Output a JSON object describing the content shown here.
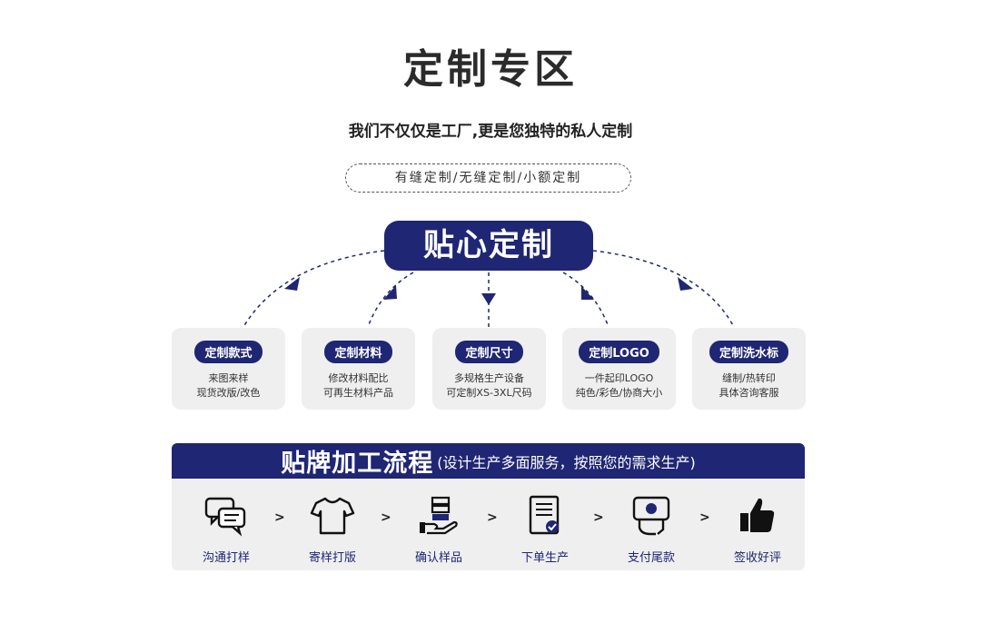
{
  "title": "定制专区",
  "subtitle": "我们不仅仅是工厂,更是您独特的私人定制",
  "pill_text": "有缝定制/无缝定制/小额定制",
  "hero_label": "贴心定制",
  "cards": [
    {
      "badge": "定制款式",
      "line1": "来图来样",
      "line2": "现货改版/改色"
    },
    {
      "badge": "定制材料",
      "line1": "修改材料配比",
      "line2": "可再生材料产品"
    },
    {
      "badge": "定制尺寸",
      "line1": "多规格生产设备",
      "line2": "可定制XS-3XL尺码"
    },
    {
      "badge": "定制LOGO",
      "line1": "一件起印LOGO",
      "line2": "纯色/彩色/协商大小"
    },
    {
      "badge": "定制洗水标",
      "line1": "缝制/热转印",
      "line2": "具体咨询客服"
    }
  ],
  "process": {
    "title": "贴牌加工流程",
    "note": "(设计生产多面服务，按照您的需求生产)",
    "steps": [
      {
        "label": "沟通打样",
        "icon": "chat-bubbles-icon"
      },
      {
        "label": "寄样打版",
        "icon": "tshirt-icon"
      },
      {
        "label": "确认样品",
        "icon": "hand-boxes-icon"
      },
      {
        "label": "下单生产",
        "icon": "document-check-icon"
      },
      {
        "label": "支付尾款",
        "icon": "hand-payment-icon"
      },
      {
        "label": "签收好评",
        "icon": "thumbs-up-icon"
      }
    ],
    "separator": ">"
  },
  "colors": {
    "navy": "#1f2673",
    "card_bg": "#efefef"
  }
}
